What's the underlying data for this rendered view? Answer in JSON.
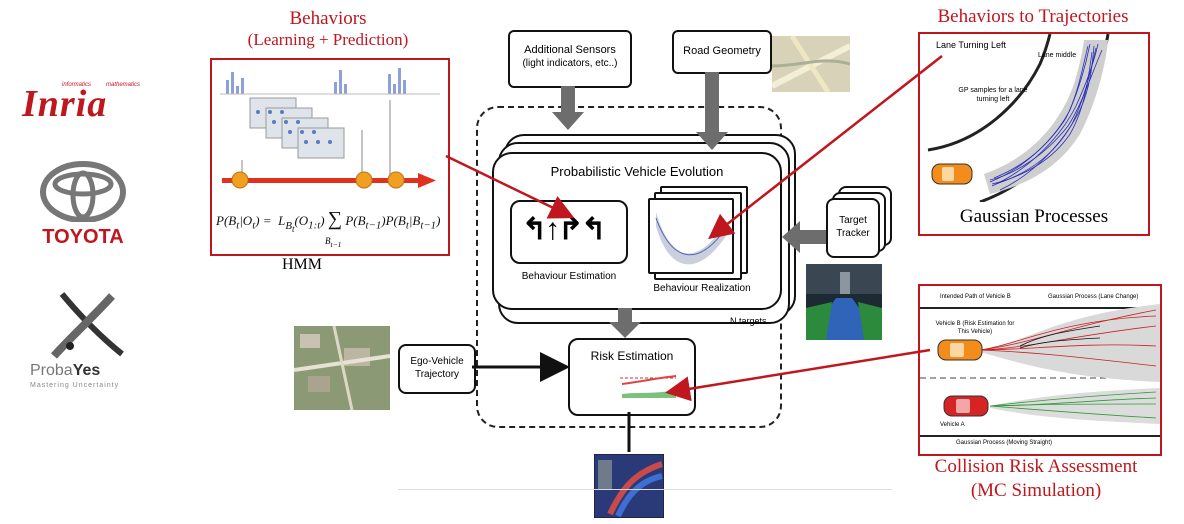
{
  "logos": {
    "inria": {
      "text": "Inria",
      "tagline_left": "informatics",
      "tagline_right": "mathematics"
    },
    "toyota": {
      "text": "TOYOTA"
    },
    "probayes": {
      "name_light": "Proba",
      "name_bold": "Yes",
      "tagline": "Mastering Uncertainty"
    }
  },
  "left_panel": {
    "title_line1": "Behaviors",
    "title_line2": "(Learning + Prediction)",
    "equation": "P(B_t|O_t) = L_Bt(O_1:t) Σ_{B_t-1} P(B_t-1)P(B_t|B_t-1)",
    "caption": "HMM"
  },
  "right_top": {
    "title": "Behaviors to Trajectories",
    "label_lane_left": "Lane Turning Left",
    "label_lane_middle": "Lane middle",
    "label_gp_samples": "GP samples for a lane turning left",
    "caption": "Gaussian Processes"
  },
  "right_bottom": {
    "label_path_b": "Intended Path of Vehicle B",
    "label_gp_change": "Gaussian Process (Lane Change)",
    "label_vehicle_b": "Vehicle B (Risk Estimation for This Vehicle)",
    "label_vehicle_a": "Vehicle A",
    "label_gp_straight": "Gaussian Process (Moving Straight)",
    "caption_line1": "Collision Risk Assessment",
    "caption_line2": "(MC Simulation)"
  },
  "center": {
    "sensors_line1": "Additional Sensors",
    "sensors_line2": "(light indicators, etc..)",
    "road_geometry": "Road Geometry",
    "evolution_title": "Probabilistic Vehicle Evolution",
    "behaviour_estimation": "Behaviour Estimation",
    "behaviour_realization": "Behaviour Realization",
    "n_targets": "N targets",
    "target_tracker_line1": "Target",
    "target_tracker_line2": "Tracker",
    "ego_line1": "Ego-Vehicle",
    "ego_line2": "Trajectory",
    "risk_estimation": "Risk Estimation"
  },
  "colors": {
    "accent_red": "#c0161d",
    "arrow_gray": "#6d6d6d"
  }
}
